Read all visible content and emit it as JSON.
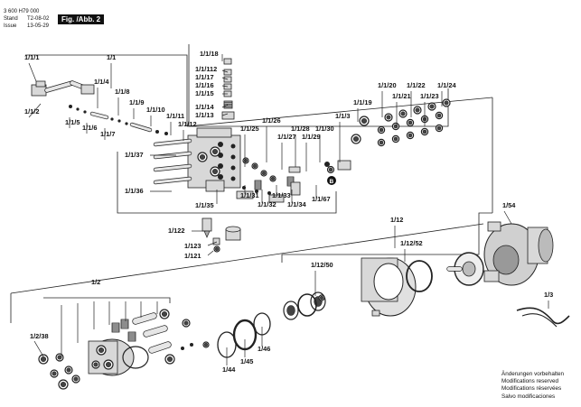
{
  "header": {
    "part_number": "3 600 H79 000",
    "stand_label": "Stand",
    "issue_label": "Issue",
    "stand_value": "T2-08-02",
    "issue_value": "13-05-29",
    "figure_label": "Fig. /Abb. 2"
  },
  "labels": [
    "1/1/1",
    "1/1",
    "1/1/4",
    "1/1/8",
    "1/1/9",
    "1/1/10",
    "1/1/11",
    "1/1/12",
    "1/1/2",
    "1/1/5",
    "1/1/6",
    "1/1/7",
    "1/1/18",
    "1/1/112",
    "1/1/17",
    "1/1/16",
    "1/1/15",
    "1/1/14",
    "1/1/13",
    "1/1/26",
    "1/1/25",
    "1/1/28",
    "1/1/27",
    "1/1/30",
    "1/1/29",
    "1/1/3",
    "1/1/19",
    "1/1/20",
    "1/1/21",
    "1/1/22",
    "1/1/23",
    "1/1/24",
    "1/1/37",
    "1/1/36",
    "1/1/35",
    "1/1/31",
    "1/1/32",
    "1/1/33",
    "1/1/34",
    "1/1/67",
    "B",
    "1/122",
    "1/123",
    "1/121",
    "1/12",
    "1/12/52",
    "1/12/50",
    "1/54",
    "1/3",
    "1/2",
    "1/2/38",
    "1/44",
    "1/45",
    "1/46"
  ],
  "notes": [
    "Änderungen vorbehalten",
    "Modifications reserved",
    "Modifications réservées",
    "Salvo modificaciones"
  ]
}
